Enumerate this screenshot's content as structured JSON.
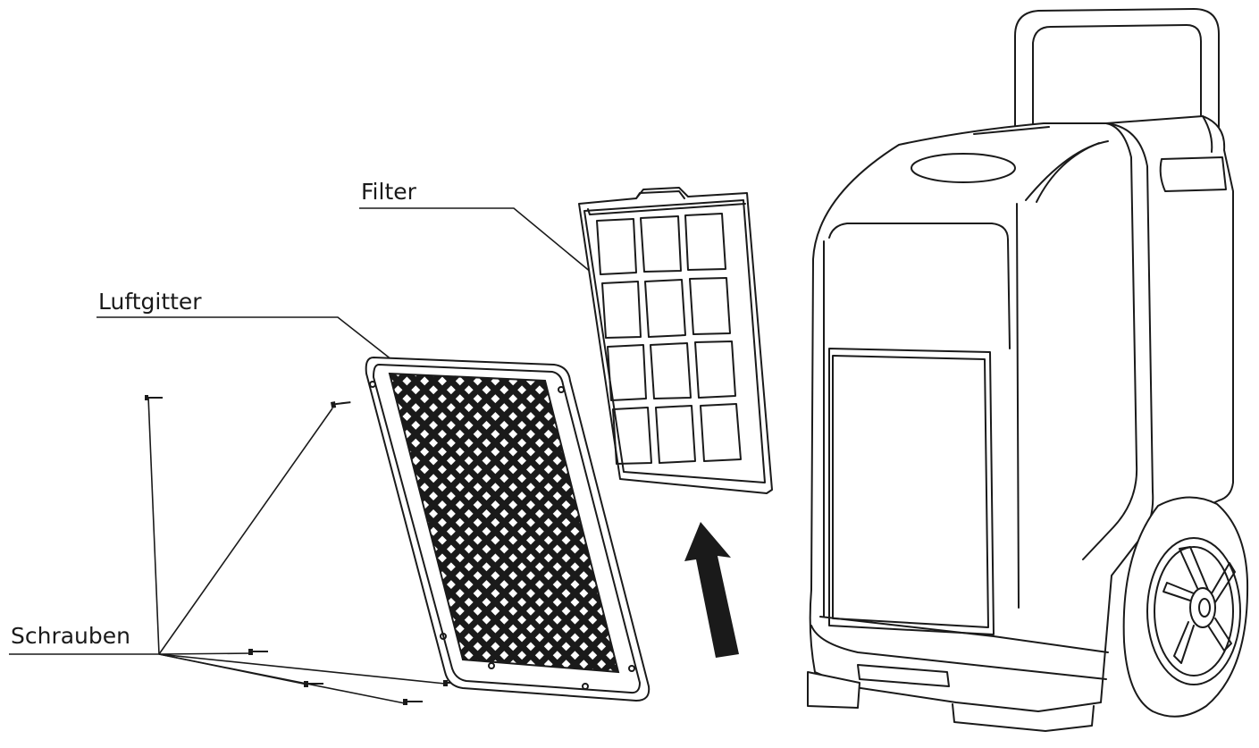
{
  "labels": {
    "filter": "Filter",
    "grille": "Luftgitter",
    "screws": "Schrauben"
  }
}
